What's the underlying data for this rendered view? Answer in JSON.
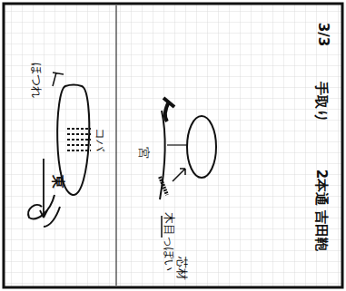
{
  "diagram": {
    "title": "手取り",
    "labels": [
      "3/3",
      "2本通 吉田鞄",
      "宮",
      "木目っぽい",
      "芯材",
      "ほつれ",
      "コバ",
      "東"
    ]
  }
}
